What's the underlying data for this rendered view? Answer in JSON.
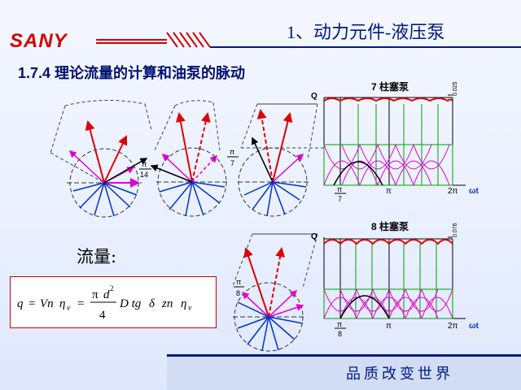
{
  "header": {
    "logo": "SANY",
    "title": "1、动力元件-液压泵"
  },
  "section": {
    "title": "1.7.4  理论流量的计算和油泵的脉动"
  },
  "flow": {
    "label": "流量:"
  },
  "formula": {
    "q": "q",
    "eq1": "=",
    "Vn": "Vn",
    "eta": "η",
    "v_sub": "v",
    "eq2": "=",
    "pi": "π",
    "d": "d",
    "sq": "2",
    "den4": "4",
    "Dtg": "D tg",
    "delta": "δ",
    "zn": "zn",
    "eta2": "η",
    "v_sub2": "v"
  },
  "diagrams": {
    "top_labels": {
      "pi_a": "π",
      "fourteen": "14",
      "pi_b": "π",
      "seven": "7"
    },
    "bottom_labels": {
      "pi": "π",
      "eight": "8"
    }
  },
  "graph7": {
    "title": "7 柱塞泵",
    "y_label": "Q",
    "amp_label": "0.025",
    "x_pi_frac_num": "π",
    "x_pi_frac_den": "7",
    "x_pi": "π",
    "x_2pi": "2π",
    "x_axis": "ωt"
  },
  "graph8": {
    "title": "8 柱塞泵",
    "y_label": "Q",
    "amp_label": "0.076",
    "x_pi_frac_num": "π",
    "x_pi_frac_den": "8",
    "x_pi": "π",
    "x_2pi": "2π",
    "x_axis": "ωt"
  },
  "footer": {
    "text": "品质改变世界"
  },
  "colors": {
    "red": "#e00000",
    "blue": "#0033cc",
    "magenta": "#e000d0",
    "green": "#00a000",
    "navy": "#001a80"
  }
}
